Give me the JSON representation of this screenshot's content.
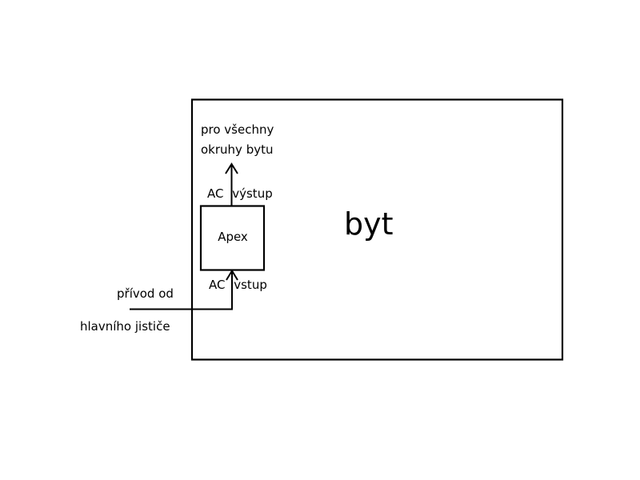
{
  "diagram": {
    "apartment": {
      "label": "byt"
    },
    "device": {
      "label": "Apex"
    },
    "output": {
      "port_label": "AC výstup",
      "destination_line1": "pro všechny",
      "destination_line2": "okruhy bytu"
    },
    "input": {
      "port_label": "AC vstup",
      "source_line1": "přívod od",
      "source_line2": "hlavního jističe"
    },
    "colors": {
      "stroke": "#000000",
      "background": "#ffffff"
    }
  }
}
